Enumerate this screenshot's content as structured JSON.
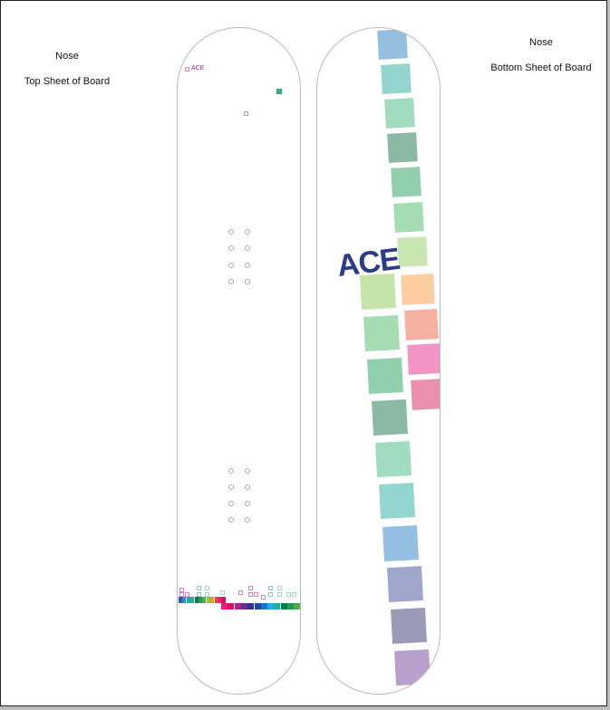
{
  "labels": {
    "top_nose": "Nose",
    "top_sheet": "Top Sheet of Board",
    "bottom_nose": "Nose",
    "bottom_sheet": "Bottom Sheet of Board"
  },
  "top_board": {
    "logo_text": "ACE",
    "accent_square_color": "#2db27a",
    "outline_square_color": "#c98ac9",
    "insert_groups": 2,
    "strip_row1_colors": [
      "#3a56a8",
      "#2f8ad0",
      "#1aa9b0",
      "#2dae8a",
      "#0f7a48",
      "#1f9a52",
      "#46b04a",
      "#8cc63e",
      "#f7941d",
      "#ef4136",
      "#ec1c7a",
      "#d4145a"
    ],
    "strip_row2_colors": [
      "#ec1c7a",
      "#d4145a",
      "#a8248f",
      "#662d91",
      "#2e3192",
      "#1b4a9c",
      "#1c75bc",
      "#27aae1",
      "#1ab39a",
      "#0f7a48",
      "#1f9a52",
      "#46b04a"
    ]
  },
  "bottom_board": {
    "logo_text": "ACE",
    "logo_color": "#2b3a8c",
    "left_column_colors": [
      "#94bfe0",
      "#92d6cf",
      "#a1dcc0",
      "#8bb9a3",
      "#92cfaf",
      "#a4dcb4",
      "#c9e5b0",
      "#c6e4a8",
      "#a6dcb2",
      "#92cfaf",
      "#8bb9a3",
      "#a1dcc0",
      "#92d6cf",
      "#94bfe0",
      "#9ea6cc",
      "#9b9bb8",
      "#b7a0cc"
    ],
    "right_column_colors": [
      "#fbcda0",
      "#f5b0a0",
      "#f295c4",
      "#ec90b0"
    ]
  }
}
